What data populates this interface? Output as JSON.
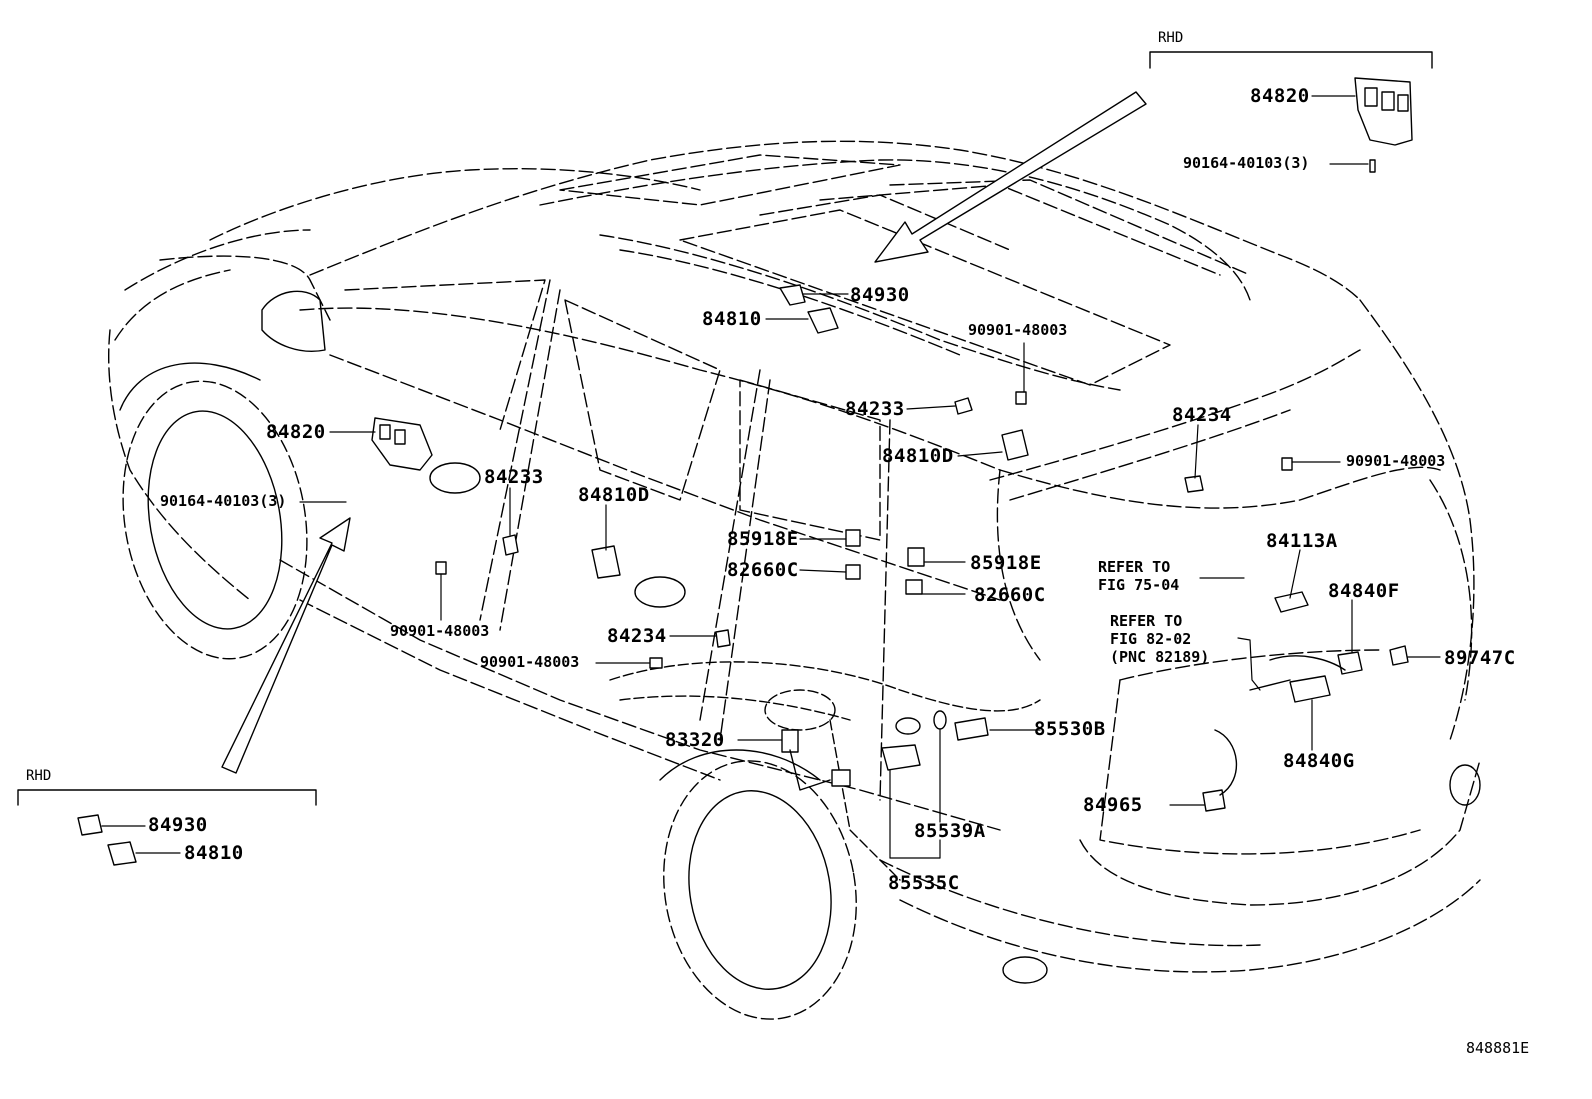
{
  "diagram_code": "848881E",
  "rhd_labels": [
    "RHD",
    "RHD"
  ],
  "part_labels": [
    "84820",
    "90164-40103(3)",
    "84930",
    "84810",
    "90901-48003",
    "84233",
    "84810D",
    "84234",
    "90901-48003",
    "84820",
    "90164-40103(3)",
    "84233",
    "84810D",
    "85918E",
    "85918E",
    "82660C",
    "82660C",
    "90901-48003",
    "84113A",
    "84840F",
    "84234",
    "90901-48003",
    "89747C",
    "85530B",
    "83320",
    "84840G",
    "84965",
    "85539A",
    "85535C",
    "84930",
    "84810"
  ],
  "references": [
    [
      "REFER TO",
      "FIG 75-04"
    ],
    [
      "REFER TO",
      "FIG 82-02",
      "(PNC 82189)"
    ]
  ]
}
